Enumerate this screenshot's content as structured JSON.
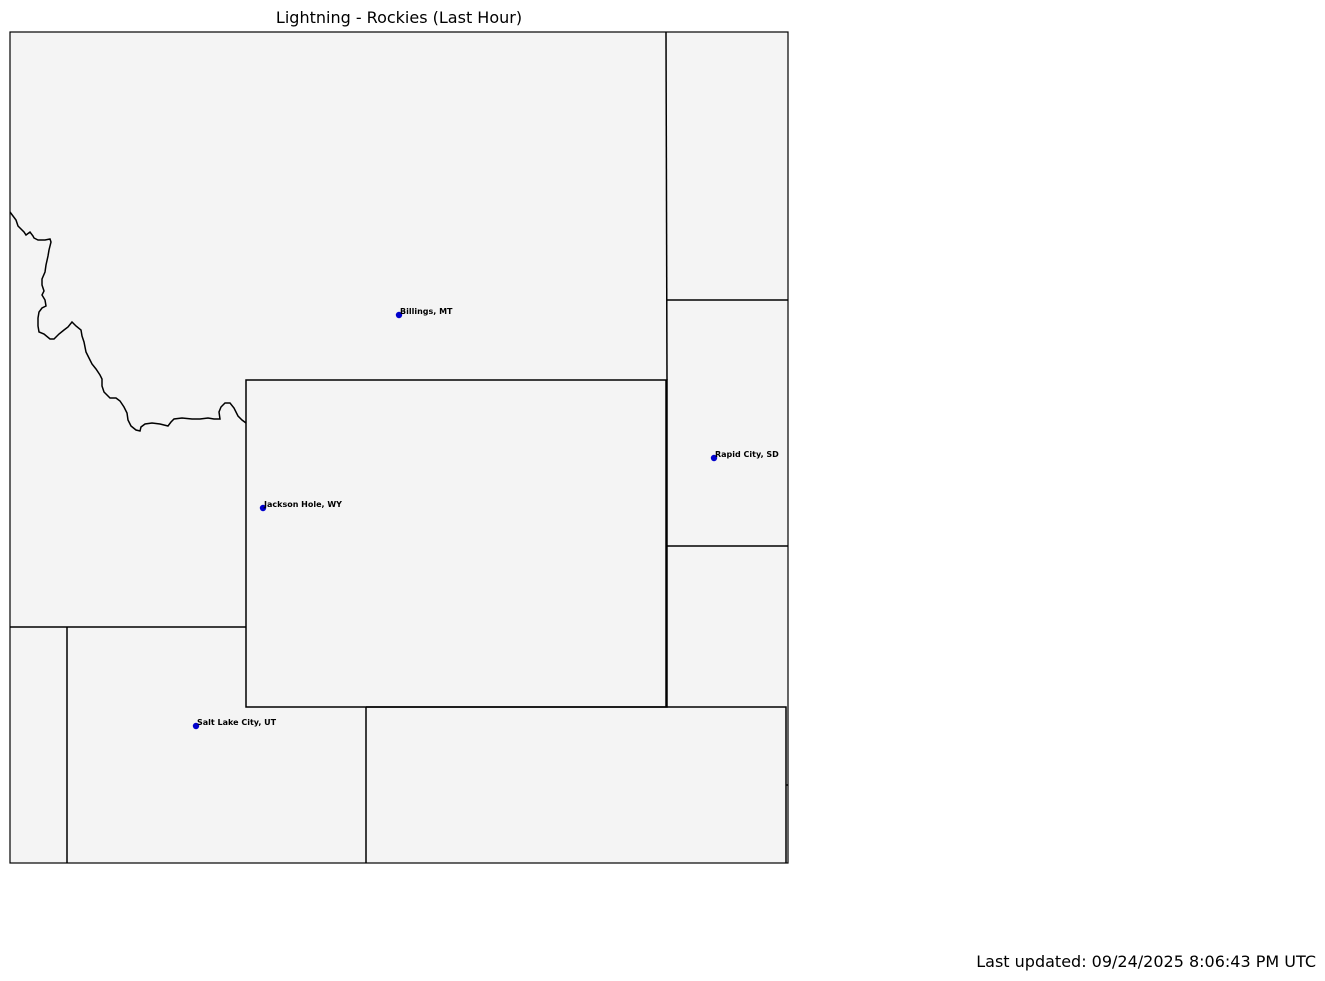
{
  "map": {
    "title": "Lightning - Rockies (Last Hour)",
    "land_color": "#f4f4f4",
    "border_color": "#000000",
    "marker_color": "#0000cc",
    "cities": [
      {
        "name": "Billings, MT"
      },
      {
        "name": "Rapid City, SD"
      },
      {
        "name": "Jackson Hole, WY"
      },
      {
        "name": "Salt Lake City, UT"
      }
    ]
  },
  "footer": {
    "last_updated": "Last updated: 09/24/2025 8:06:43 PM UTC"
  }
}
